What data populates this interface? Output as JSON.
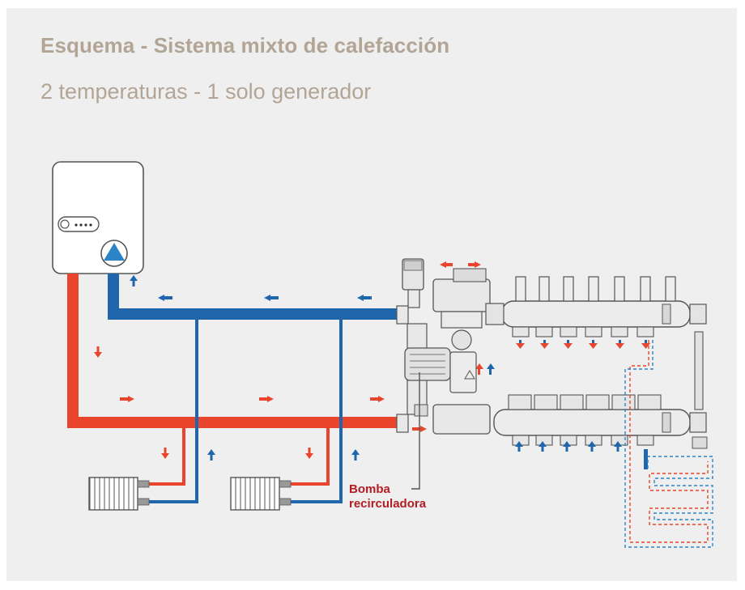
{
  "header": {
    "title": "Esquema - Sistema mixto de calefacción",
    "subtitle": "2 temperaturas - 1 solo generador"
  },
  "callout": {
    "line1": "Bomba",
    "line2": "recirculadora"
  },
  "colors": {
    "hot": "#e8452c",
    "cold": "#1f66ad",
    "panel": "#efefef",
    "title": "#b3a596",
    "callout": "#b31c24"
  },
  "icons": [
    "boiler-icon",
    "radiator-icon",
    "pump-icon",
    "manifold-icon",
    "underfloor-coil-icon",
    "flow-arrow-icon"
  ]
}
